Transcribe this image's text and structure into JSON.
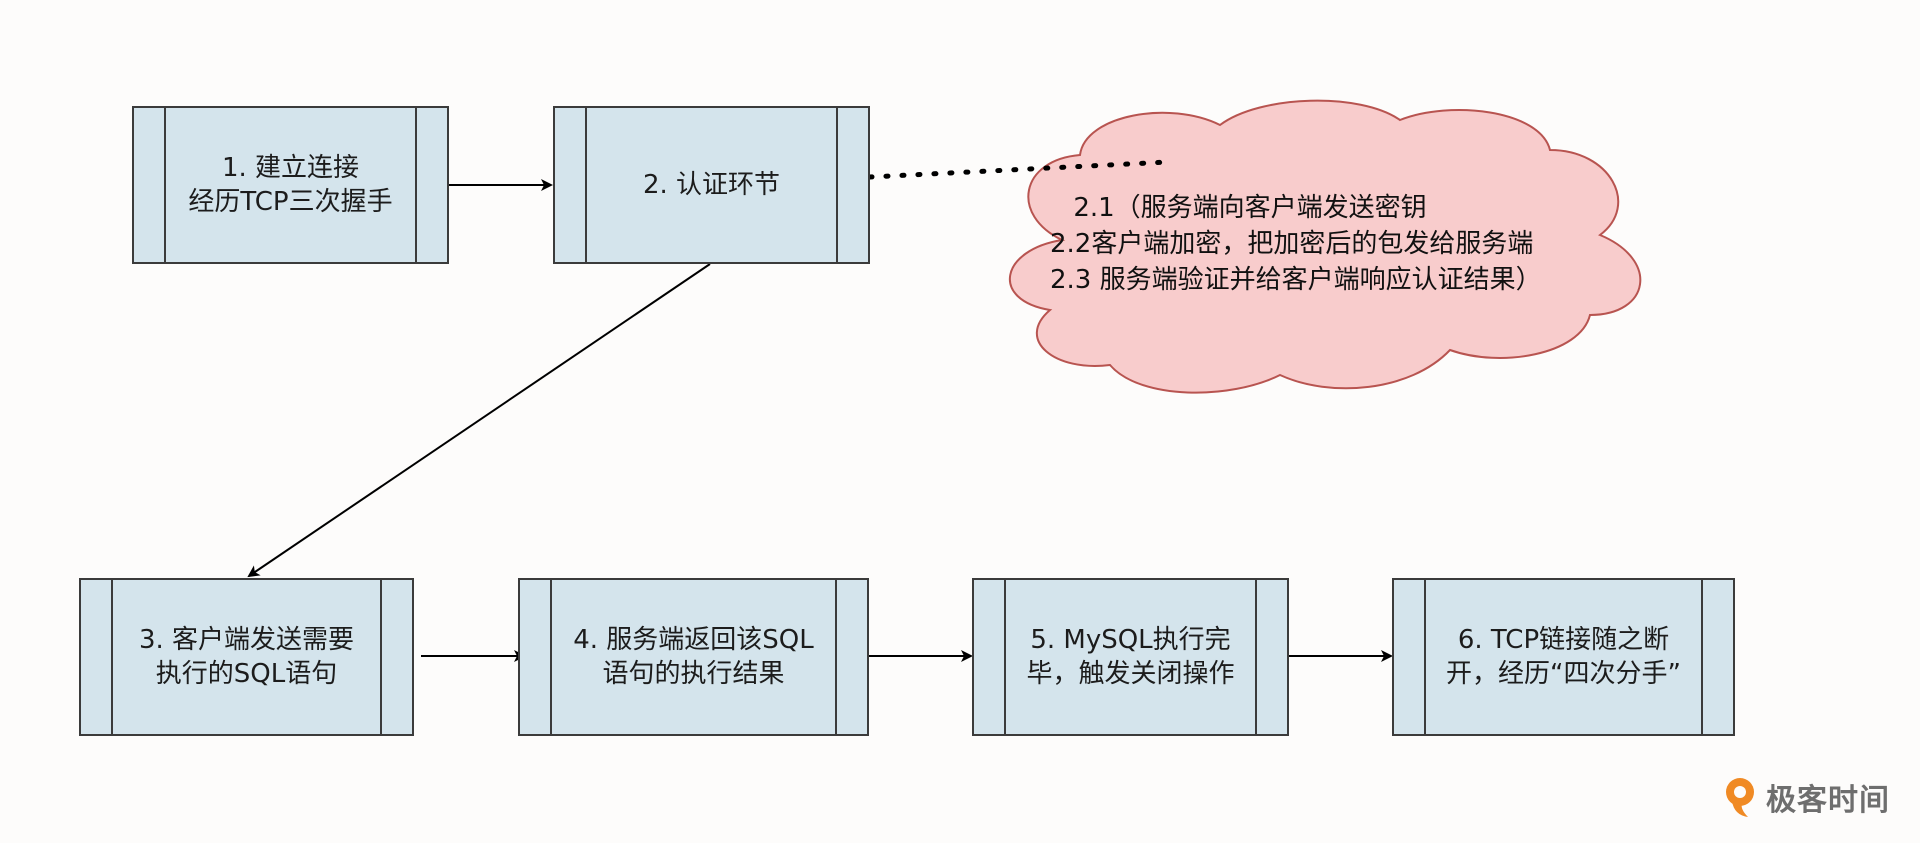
{
  "boxes": [
    {
      "lines": [
        "1. 建立连接",
        "经历TCP三次握手"
      ]
    },
    {
      "lines": [
        "2. 认证环节"
      ]
    },
    {
      "lines": [
        "3. 客户端发送需要",
        "执行的SQL语句"
      ]
    },
    {
      "lines": [
        "4. 服务端返回该SQL",
        "语句的执行结果"
      ]
    },
    {
      "lines": [
        "5. MySQL执行完",
        "毕，触发关闭操作"
      ]
    },
    {
      "lines": [
        "6. TCP链接随之断",
        "开，经历“四次分手”"
      ]
    }
  ],
  "cloud": {
    "lines": [
      "2.1（服务端向客户端发送密钥",
      "2.2客户端加密，把加密后的包发给服务端",
      "2.3 服务端验证并给客户端响应认证结果）"
    ]
  },
  "brand": {
    "name": "极客时间"
  },
  "colors": {
    "box_fill": "#d4e4ec",
    "box_border": "#3b3b3b",
    "cloud_fill": "#f8cccc",
    "cloud_border": "#b85450",
    "brand_accent": "#f08a24",
    "brand_text": "#6e6e6e"
  }
}
